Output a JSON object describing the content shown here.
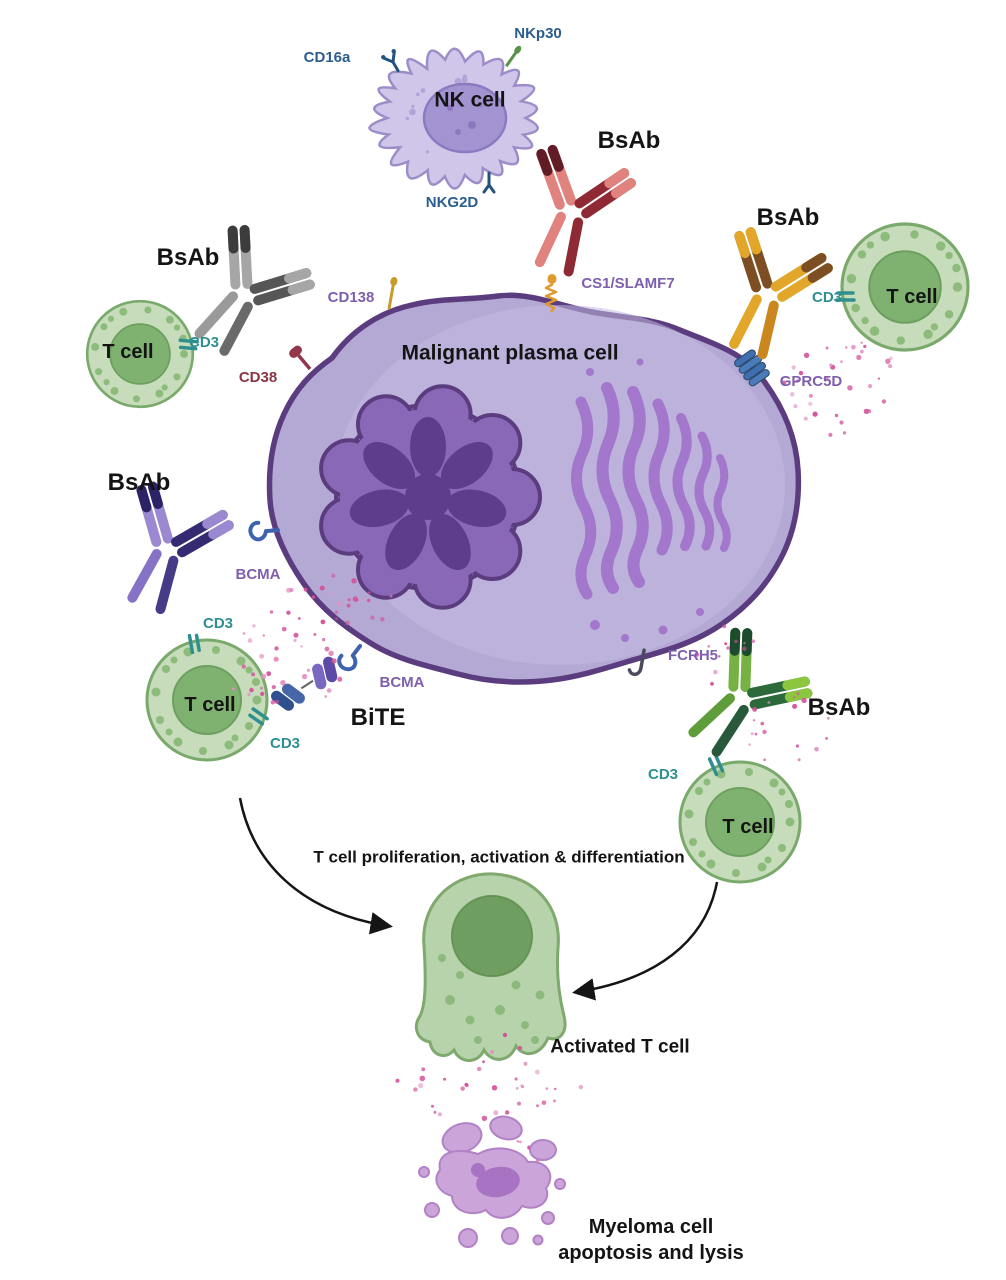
{
  "nk_cell": {
    "label": "NK cell",
    "cd16a": "CD16a",
    "nkp30": "NKp30",
    "nkg2d": "NKG2D"
  },
  "plasma_cell": {
    "label": "Malignant plasma cell",
    "cd138": "CD138",
    "cd38": "CD38",
    "cs1_slamf7": "CS1/SLAMF7",
    "gprc5d": "GPRC5D",
    "bcma_membrane": "BCMA",
    "bcma_bite": "BCMA",
    "fcrh5": "FCRH5"
  },
  "antibodies": {
    "cs1_bsab": "BsAb",
    "gprc5d_bsab": "BsAb",
    "cd38_bsab": "BsAb",
    "bcma_bsab": "BsAb",
    "fcrh5_bsab": "BsAb",
    "bite": "BiTE"
  },
  "t_cells": {
    "right": {
      "label": "T cell",
      "cd3": "CD3"
    },
    "top_left": {
      "label": "T cell",
      "cd3": "CD3"
    },
    "left": {
      "label": "T cell",
      "cd3": "CD3",
      "cd3_bite": "CD3"
    },
    "bottom_right": {
      "label": "T cell",
      "cd3": "CD3"
    }
  },
  "outcome": {
    "proliferation": "T cell proliferation, activation & differentiation",
    "activated_t_cell": "Activated T cell",
    "apoptosis_line1": "Myeloma cell",
    "apoptosis_line2": "apoptosis and lysis"
  },
  "colors": {
    "plasma_fill": "#b4a9d4",
    "plasma_border": "#5b3c7f",
    "nucleus_dark": "#5e3d8c",
    "golgi": "#a277cc",
    "t_cell_fill": "#c6dcba",
    "nk_fill": "#cfc6e9",
    "granule_pink": "#d4559c",
    "label_purple": "#7e5fae",
    "label_teal": "#2f8f8f",
    "label_blue": "#2b5d8e",
    "label_maroon": "#8b3445"
  }
}
